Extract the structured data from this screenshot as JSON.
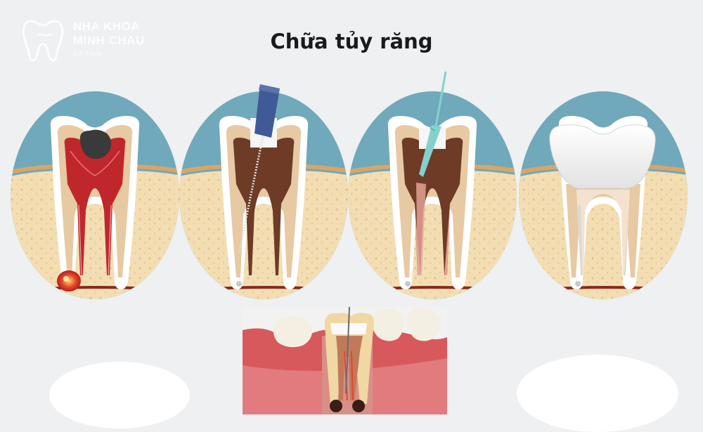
{
  "logo": {
    "line1": "NHA KHOA",
    "line2": "MINH CHAU",
    "line3": "DA THIN"
  },
  "title": "Chữa tủy răng",
  "colors": {
    "background": "#eef0f2",
    "sky": "#6fa9bb",
    "gum_bone": "#f3deb4",
    "enamel": "#ffffff",
    "dentin": "#e7c9a3",
    "pulp_infected": "#c0272d",
    "pulp_cleaned": "#6d3b26",
    "nerve": "#8a2a1f",
    "file_handle": "#3f5a96",
    "irrigation_tool": "#86d0cc",
    "crown": "#f4f4f4",
    "photo_gum": "#d8595c"
  },
  "stages": [
    {
      "step": "infected-pulp",
      "tool": "none"
    },
    {
      "step": "cleaning-with-file",
      "tool": "file-icon"
    },
    {
      "step": "filling-canal",
      "tool": "irrigation-needle-icon"
    },
    {
      "step": "crown-placed",
      "tool": "none"
    }
  ]
}
